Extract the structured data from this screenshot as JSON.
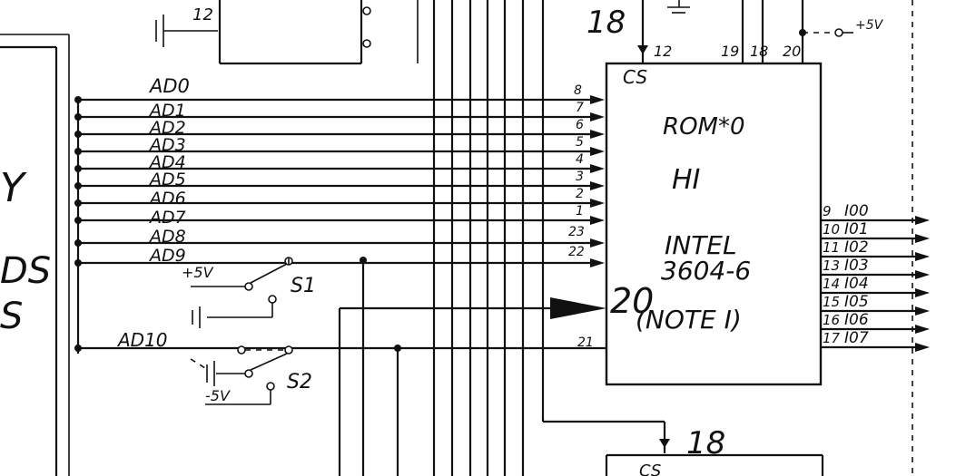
{
  "chip": {
    "chip_select": "CS",
    "name": "ROM*0",
    "sub": "HI",
    "vendor": "INTEL",
    "part": "3604-6",
    "note": "(NOTE I)",
    "top_pins": [
      "12",
      "19",
      "18",
      "20"
    ],
    "left_pins": [
      "8",
      "7",
      "6",
      "5",
      "4",
      "3",
      "2",
      "1",
      "23",
      "22"
    ],
    "pin_20": "20",
    "pin_21": "21",
    "outputs": [
      {
        "pin": "9",
        "label": "I00"
      },
      {
        "pin": "10",
        "label": "I01"
      },
      {
        "pin": "11",
        "label": "I02"
      },
      {
        "pin": "13",
        "label": "I03"
      },
      {
        "pin": "14",
        "label": "I04"
      },
      {
        "pin": "15",
        "label": "I05"
      },
      {
        "pin": "16",
        "label": "I06"
      },
      {
        "pin": "17",
        "label": "I07"
      }
    ]
  },
  "address_lines": [
    "AD0",
    "AD1",
    "AD2",
    "AD3",
    "AD4",
    "AD5",
    "AD6",
    "AD7",
    "AD8",
    "AD9"
  ],
  "ad10": "AD10",
  "switch1": {
    "label": "S1",
    "supply": "+5V"
  },
  "switch2": {
    "label": "S2",
    "supply": "-5V"
  },
  "top_supply": "+5V",
  "small_pin_12": "12",
  "num_18_top": "18",
  "num_18_bottom": "18",
  "bottom_chip_cs": "CS",
  "left_fragments": [
    "Y",
    "DS",
    "S"
  ]
}
